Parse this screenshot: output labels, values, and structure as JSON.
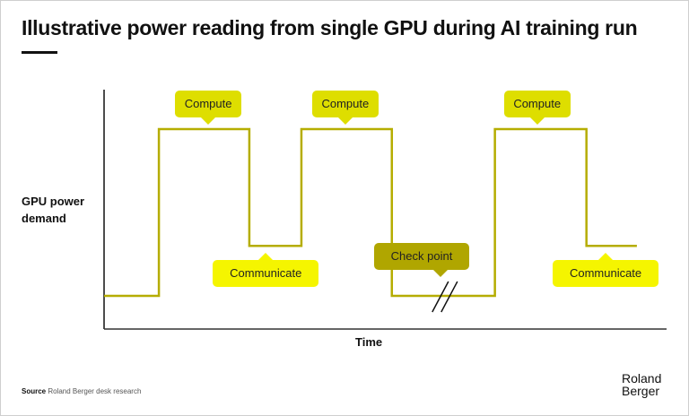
{
  "title": "Illustrative power reading from single GPU during AI training run",
  "axes": {
    "y_label_line1": "GPU power",
    "y_label_line2": "demand",
    "x_label": "Time"
  },
  "colors": {
    "line": "#b5ad00",
    "compute_fill": "#dede00",
    "communicate_fill": "#f5f500",
    "checkpoint_fill": "#b0a600",
    "axis": "#111111"
  },
  "chart_data": {
    "type": "line",
    "title": "Illustrative power reading from single GPU during AI training run",
    "xlabel": "Time",
    "ylabel": "GPU power demand",
    "levels": {
      "idle": 0,
      "communicate": 0.3,
      "compute": 1
    },
    "series": [
      {
        "name": "GPU power",
        "points": [
          {
            "t": 0,
            "level": "idle"
          },
          {
            "t": 1,
            "level": "compute"
          },
          {
            "t": 2.65,
            "level": "communicate"
          },
          {
            "t": 3.6,
            "level": "compute"
          },
          {
            "t": 5.25,
            "level": "idle"
          },
          {
            "t": 7.13,
            "level": "compute"
          },
          {
            "t": 8.8,
            "level": "communicate"
          },
          {
            "t": 9.72,
            "level": "communicate"
          }
        ]
      }
    ],
    "axis_break_t": 6.2,
    "annotations": [
      {
        "label": "Compute",
        "phase": "compute",
        "at_t": 1.9,
        "side": "above"
      },
      {
        "label": "Communicate",
        "phase": "communicate",
        "at_t": 2.95,
        "side": "below"
      },
      {
        "label": "Compute",
        "phase": "compute",
        "at_t": 4.4,
        "side": "above"
      },
      {
        "label": "Check point",
        "phase": "checkpoint",
        "at_t": 6.1,
        "side": "above"
      },
      {
        "label": "Compute",
        "phase": "compute",
        "at_t": 7.9,
        "side": "above"
      },
      {
        "label": "Communicate",
        "phase": "communicate",
        "at_t": 9.15,
        "side": "below"
      }
    ],
    "grid": false,
    "legend": "none"
  },
  "footer": {
    "source_label": "Source",
    "source_text": " Roland Berger desk research",
    "logo_line1": "Roland",
    "logo_line2": "Berger"
  }
}
